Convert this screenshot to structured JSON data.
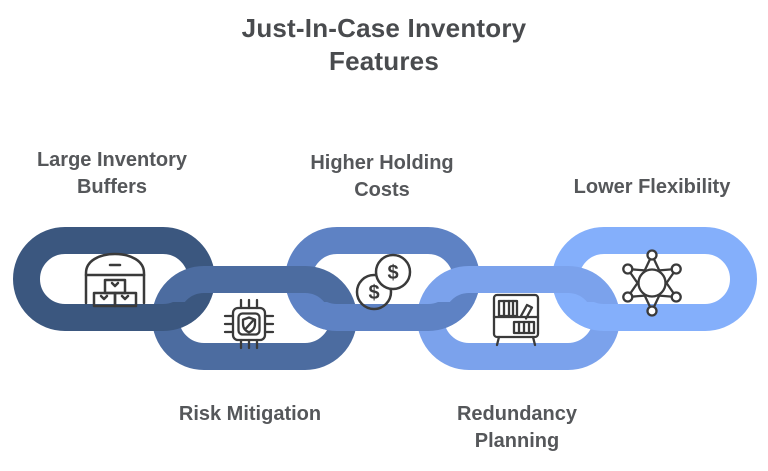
{
  "title": {
    "text": "Just-In-Case Inventory\nFeatures",
    "color": "#494B4E"
  },
  "label_color": "#55575A",
  "icon_color": "#3A3A3A",
  "background": "#FFFFFF",
  "features": [
    {
      "id": "large-inventory-buffers",
      "label": "Large Inventory\nBuffers",
      "icon": "warehouse-icon",
      "color": "#3B577F",
      "label_position": "top"
    },
    {
      "id": "risk-mitigation",
      "label": "Risk Mitigation",
      "icon": "chip-shield-icon",
      "color": "#4C6CA0",
      "label_position": "bottom"
    },
    {
      "id": "higher-holding-costs",
      "label": "Higher Holding\nCosts",
      "icon": "dollar-coins-icon",
      "color": "#5E82C4",
      "label_position": "top"
    },
    {
      "id": "redundancy-planning",
      "label": "Redundancy\nPlanning",
      "icon": "bookshelf-icon",
      "color": "#7BA2EC",
      "label_position": "bottom"
    },
    {
      "id": "lower-flexibility",
      "label": "Lower Flexibility",
      "icon": "star-hub-icon",
      "color": "#84AFFB",
      "label_position": "top"
    }
  ],
  "coin_symbol": "$"
}
